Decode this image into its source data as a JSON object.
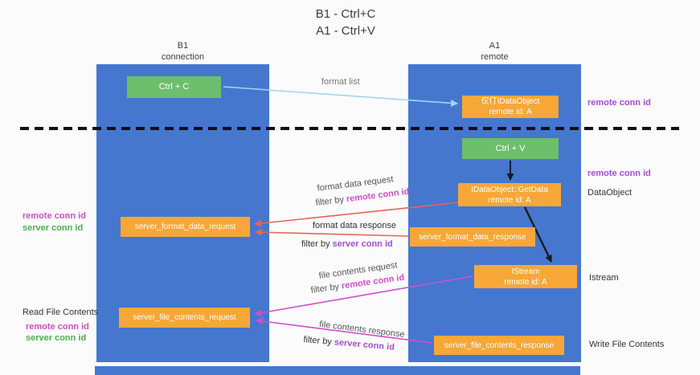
{
  "title": {
    "line1": "B1 - Ctrl+C",
    "line2": "A1 - Ctrl+V"
  },
  "columns": {
    "left": {
      "name": "B1",
      "subtitle": "connection"
    },
    "right": {
      "name": "A1",
      "subtitle": "remote"
    }
  },
  "nodes": {
    "ctrl_c": "Ctrl + C",
    "ctrl_v": "Ctrl + V",
    "dataobject_cache": {
      "line1": "仅仃IDataObject",
      "line2": "remote id: A"
    },
    "getdata": {
      "line1": "IDataObject::GetData",
      "line2": "remote id: A"
    },
    "istream": {
      "line1": "IStream",
      "line2": "remote id: A"
    },
    "format_request": "server_format_data_request",
    "format_response": "server_format_data_response",
    "file_request": "server_file_contents_request",
    "file_response": "server_file_contents_response"
  },
  "labels": {
    "format_list": "format list",
    "format_data_request": "format data request",
    "format_data_response": "format data response",
    "file_contents_request": "file contents request",
    "file_contents_response": "file contents response",
    "filter_by": "filter by",
    "remote_conn_id": "remote conn id",
    "server_conn_id": "server conn id",
    "dataobject": "DataObject",
    "istream": "Istream",
    "read_file_contents": "Read File Contents",
    "write_file_contents": "Write File Contents"
  },
  "colors": {
    "blue": "#4577cf",
    "green": "#6dbe6d",
    "orange": "#f7a738",
    "salmon": "#e3655b",
    "magenta": "#d24fc8",
    "purple": "#a64ed2",
    "green_label": "#4caf50",
    "lightblue": "#a5d5ef"
  }
}
